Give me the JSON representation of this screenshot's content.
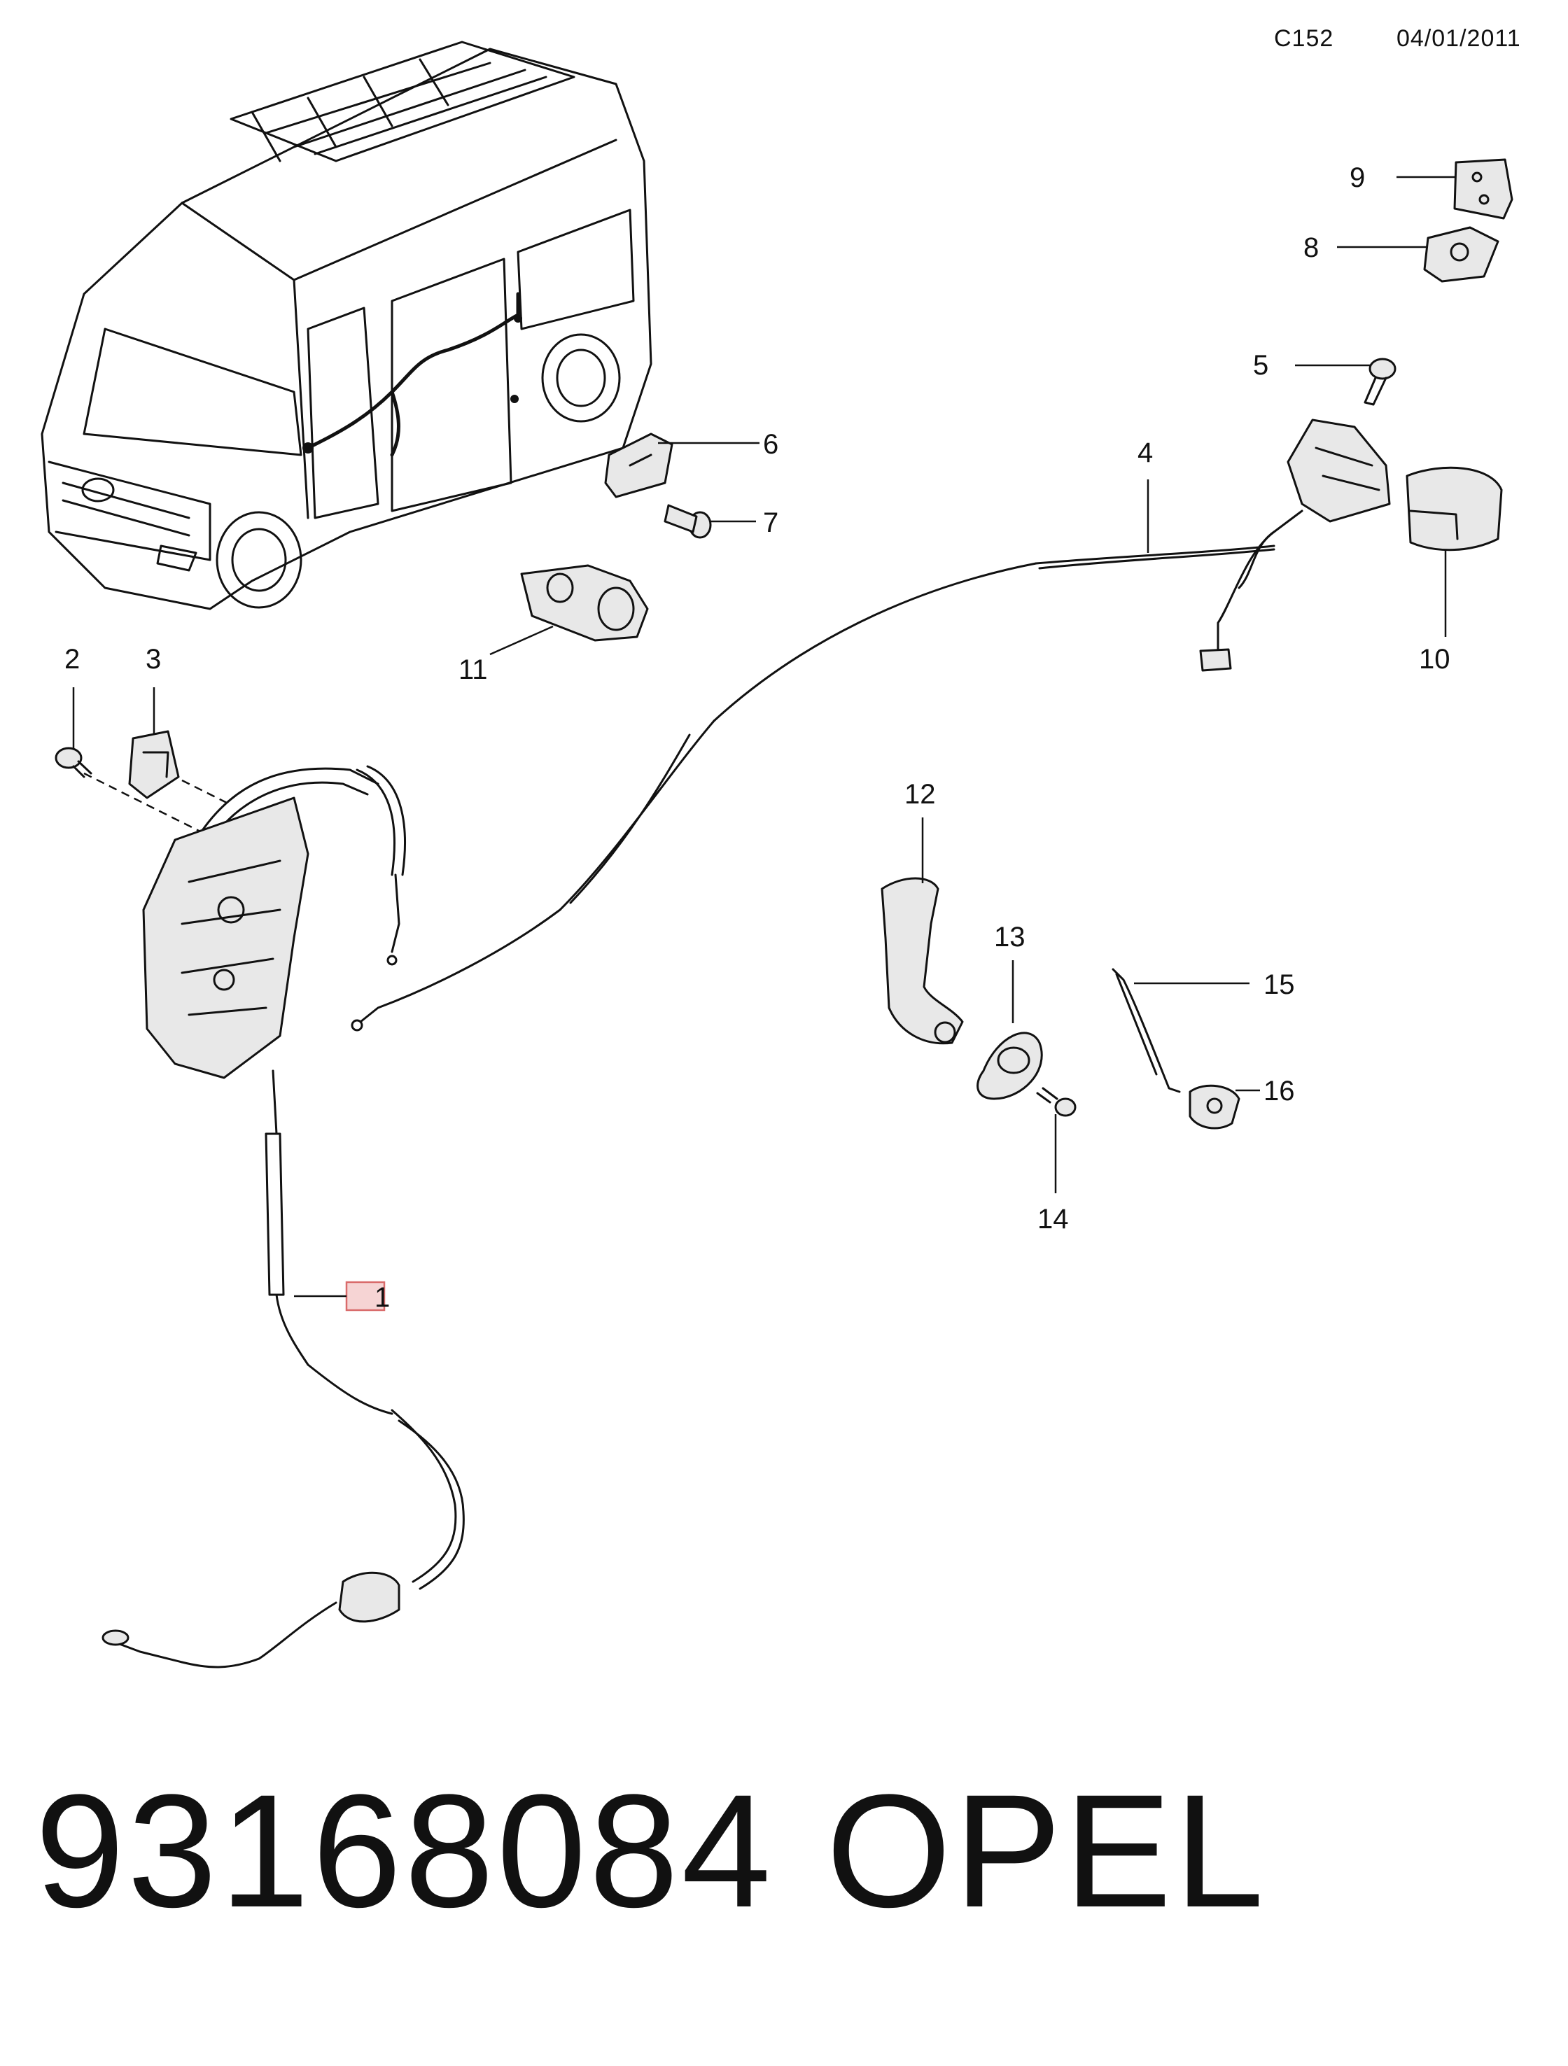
{
  "header": {
    "diagram_code": "C152",
    "date": "04/01/2011"
  },
  "callouts": [
    {
      "label": "1",
      "highlighted": true
    },
    {
      "label": "2"
    },
    {
      "label": "3"
    },
    {
      "label": "4"
    },
    {
      "label": "5"
    },
    {
      "label": "6"
    },
    {
      "label": "7"
    },
    {
      "label": "8"
    },
    {
      "label": "9"
    },
    {
      "label": "10"
    },
    {
      "label": "11"
    },
    {
      "label": "12"
    },
    {
      "label": "13"
    },
    {
      "label": "14"
    },
    {
      "label": "15"
    },
    {
      "label": "16"
    }
  ],
  "footer": {
    "part_number": "93168084",
    "brand": "OPEL"
  },
  "colors": {
    "highlight_fill": "#f6d4d4",
    "highlight_border": "#d96b6b",
    "ink": "#111111"
  }
}
